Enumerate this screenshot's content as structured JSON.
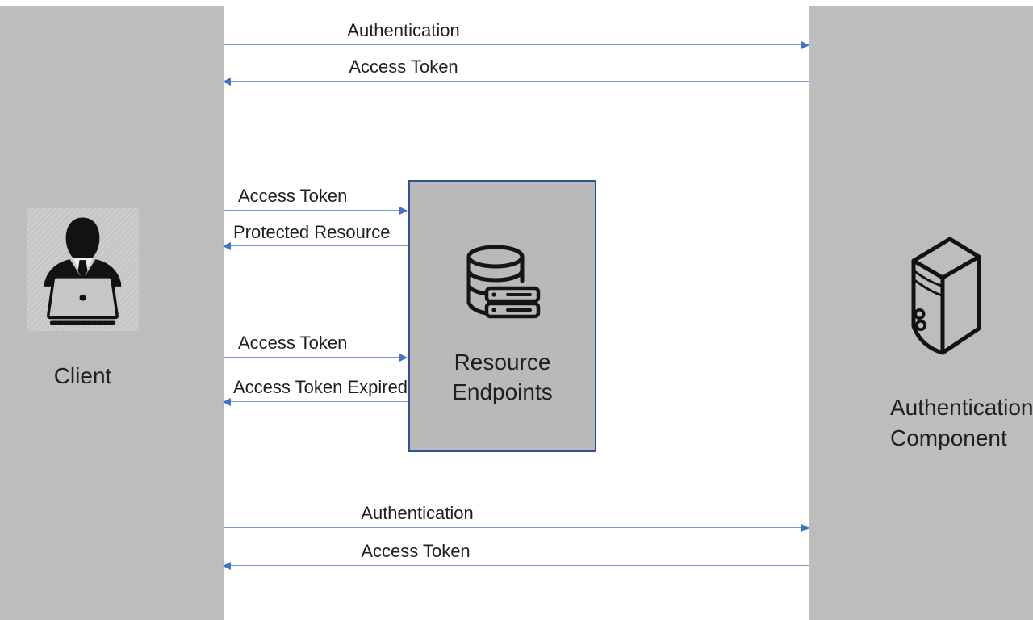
{
  "nodes": {
    "client": {
      "label": "Client",
      "icon": "person-laptop-icon"
    },
    "resource_endpoints": {
      "label": "Resource Endpoints",
      "icon": "database-icon"
    },
    "authentication_component": {
      "label": "Authentication Component",
      "icon": "server-tower-icon"
    }
  },
  "messages": {
    "top_authentication": {
      "label": "Authentication",
      "from": "client",
      "to": "authentication_component",
      "direction": "right"
    },
    "top_access_token": {
      "label": "Access Token",
      "from": "authentication_component",
      "to": "client",
      "direction": "left"
    },
    "request_access_token": {
      "label": "Access Token",
      "from": "client",
      "to": "resource_endpoints",
      "direction": "right"
    },
    "protected_resource": {
      "label": "Protected Resource",
      "from": "resource_endpoints",
      "to": "client",
      "direction": "left"
    },
    "retry_access_token": {
      "label": "Access Token",
      "from": "client",
      "to": "resource_endpoints",
      "direction": "right"
    },
    "access_token_expired": {
      "label": "Access Token Expired",
      "from": "resource_endpoints",
      "to": "client",
      "direction": "left"
    },
    "bottom_authentication": {
      "label": "Authentication",
      "from": "client",
      "to": "authentication_component",
      "direction": "right"
    },
    "bottom_access_token": {
      "label": "Access Token",
      "from": "authentication_component",
      "to": "client",
      "direction": "left"
    }
  },
  "colors": {
    "panel_gray": "#bdbdbd",
    "box_fill": "#b9b9b9",
    "box_border": "#2e5394",
    "arrow_blue": "#4472c4",
    "text": "#1f1f1f"
  }
}
